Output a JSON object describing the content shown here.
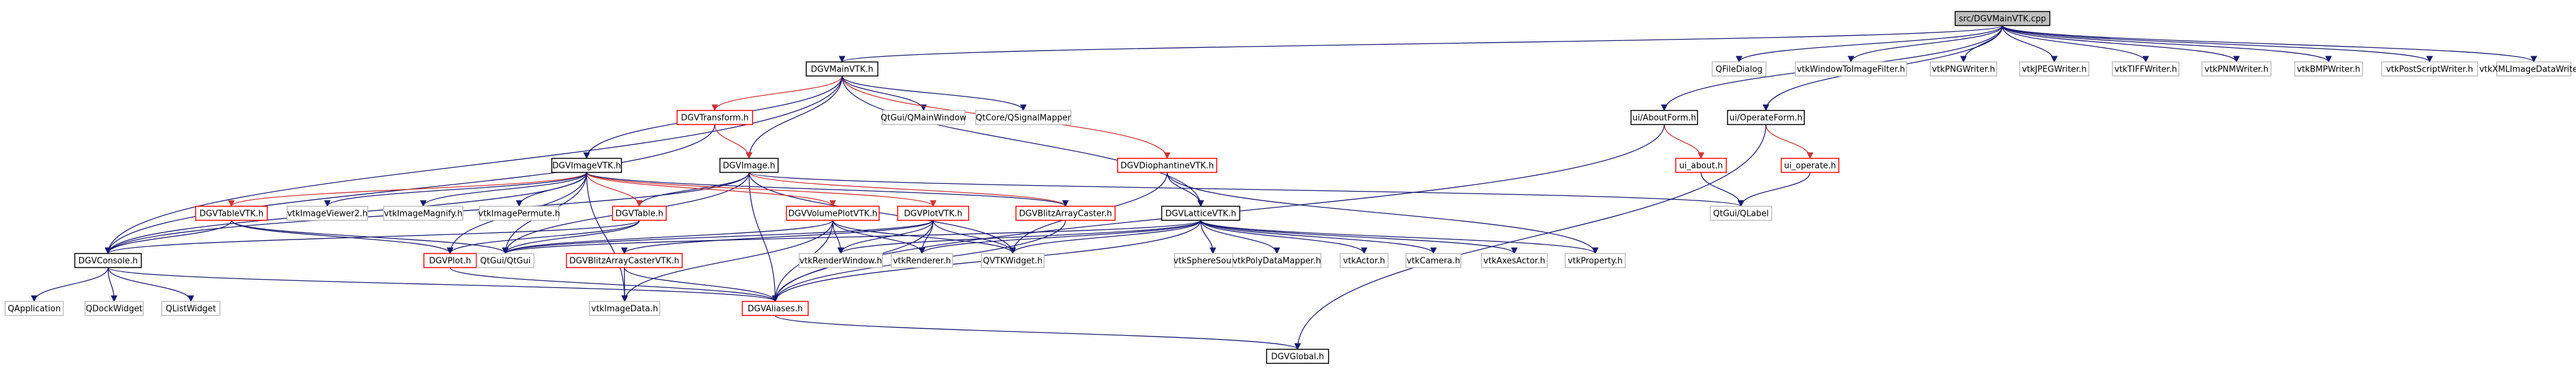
{
  "colors": {
    "edge": "#191970",
    "edge_red": "#cc3333",
    "border_black": "#000000",
    "border_red": "#ff0000",
    "border_gray": "#bfbfbf",
    "fill_root": "#bfbfbf",
    "fill": "#ffffff"
  },
  "nodes": [
    {
      "id": "root",
      "label": "src/DGVMainVTK.cpp",
      "style": "root"
    },
    {
      "id": "mainvtk",
      "label": "DGVMainVTK.h",
      "style": "black"
    },
    {
      "id": "qfiledialog",
      "label": "QFileDialog",
      "style": "gray"
    },
    {
      "id": "win2img",
      "label": "vtkWindowToImageFilter.h",
      "style": "gray"
    },
    {
      "id": "png",
      "label": "vtkPNGWriter.h",
      "style": "gray"
    },
    {
      "id": "jpeg",
      "label": "vtkJPEGWriter.h",
      "style": "gray"
    },
    {
      "id": "tiff",
      "label": "vtkTIFFWriter.h",
      "style": "gray"
    },
    {
      "id": "pnm",
      "label": "vtkPNMWriter.h",
      "style": "gray"
    },
    {
      "id": "bmp",
      "label": "vtkBMPWriter.h",
      "style": "gray"
    },
    {
      "id": "ps",
      "label": "vtkPostScriptWriter.h",
      "style": "gray"
    },
    {
      "id": "xml",
      "label": "vtkXMLImageDataWriter.h",
      "style": "gray"
    },
    {
      "id": "aboutform",
      "label": "ui/AboutForm.h",
      "style": "black"
    },
    {
      "id": "operateform",
      "label": "ui/OperateForm.h",
      "style": "black"
    },
    {
      "id": "transform",
      "label": "DGVTransform.h",
      "style": "red"
    },
    {
      "id": "qmainwindow",
      "label": "QtGui/QMainWindow",
      "style": "gray"
    },
    {
      "id": "qsignalmapper",
      "label": "QtCore/QSignalMapper",
      "style": "gray"
    },
    {
      "id": "image",
      "label": "DGVImage.h",
      "style": "black"
    },
    {
      "id": "imagevtk",
      "label": "DGVImageVTK.h",
      "style": "black"
    },
    {
      "id": "diophantine",
      "label": "DGVDiophantineVTK.h",
      "style": "red"
    },
    {
      "id": "ui_about",
      "label": "ui_about.h",
      "style": "red"
    },
    {
      "id": "ui_operate",
      "label": "ui_operate.h",
      "style": "red"
    },
    {
      "id": "qlabel",
      "label": "QtGui/QLabel",
      "style": "gray"
    },
    {
      "id": "tablevtk",
      "label": "DGVTableVTK.h",
      "style": "red"
    },
    {
      "id": "viewer2",
      "label": "vtkImageViewer2.h",
      "style": "gray"
    },
    {
      "id": "magnify",
      "label": "vtkImageMagnify.h",
      "style": "gray"
    },
    {
      "id": "permute",
      "label": "vtkImagePermute.h",
      "style": "gray"
    },
    {
      "id": "table",
      "label": "DGVTable.h",
      "style": "red"
    },
    {
      "id": "volumeplot",
      "label": "DGVVolumePlotVTK.h",
      "style": "red"
    },
    {
      "id": "plotvtk",
      "label": "DGVPlotVTK.h",
      "style": "red"
    },
    {
      "id": "blitzcaster",
      "label": "DGVBlitzArrayCaster.h",
      "style": "red"
    },
    {
      "id": "lattice",
      "label": "DGVLatticeVTK.h",
      "style": "black"
    },
    {
      "id": "console",
      "label": "DGVConsole.h",
      "style": "black"
    },
    {
      "id": "plot",
      "label": "DGVPlot.h",
      "style": "red"
    },
    {
      "id": "qtgui",
      "label": "QtGui/QtGui",
      "style": "gray"
    },
    {
      "id": "blitzcastervtk",
      "label": "DGVBlitzArrayCasterVTK.h",
      "style": "red"
    },
    {
      "id": "renderwindow",
      "label": "vtkRenderWindow.h",
      "style": "gray"
    },
    {
      "id": "renderer",
      "label": "vtkRenderer.h",
      "style": "gray"
    },
    {
      "id": "qvtkwidget",
      "label": "QVTKWidget.h",
      "style": "gray"
    },
    {
      "id": "sphere",
      "label": "vtkSphereSource.h",
      "style": "gray"
    },
    {
      "id": "polymapper",
      "label": "vtkPolyDataMapper.h",
      "style": "gray"
    },
    {
      "id": "actor",
      "label": "vtkActor.h",
      "style": "gray"
    },
    {
      "id": "camera",
      "label": "vtkCamera.h",
      "style": "gray"
    },
    {
      "id": "axesactor",
      "label": "vtkAxesActor.h",
      "style": "gray"
    },
    {
      "id": "property",
      "label": "vtkProperty.h",
      "style": "gray"
    },
    {
      "id": "qapplication",
      "label": "QApplication",
      "style": "gray"
    },
    {
      "id": "qdockwidget",
      "label": "QDockWidget",
      "style": "gray"
    },
    {
      "id": "qlistwidget",
      "label": "QListWidget",
      "style": "gray"
    },
    {
      "id": "imagedata",
      "label": "vtkImageData.h",
      "style": "gray"
    },
    {
      "id": "aliases",
      "label": "DGVAliases.h",
      "style": "red"
    },
    {
      "id": "global",
      "label": "DGVGlobal.h",
      "style": "black"
    }
  ],
  "edges": [
    [
      "root",
      "mainvtk"
    ],
    [
      "root",
      "qfiledialog"
    ],
    [
      "root",
      "win2img"
    ],
    [
      "root",
      "png"
    ],
    [
      "root",
      "jpeg"
    ],
    [
      "root",
      "tiff"
    ],
    [
      "root",
      "pnm"
    ],
    [
      "root",
      "bmp"
    ],
    [
      "root",
      "ps"
    ],
    [
      "root",
      "xml"
    ],
    [
      "root",
      "aboutform"
    ],
    [
      "root",
      "operateform"
    ],
    [
      "mainvtk",
      "transform"
    ],
    [
      "mainvtk",
      "qmainwindow"
    ],
    [
      "mainvtk",
      "qsignalmapper"
    ],
    [
      "mainvtk",
      "image"
    ],
    [
      "mainvtk",
      "imagevtk"
    ],
    [
      "mainvtk",
      "diophantine"
    ],
    [
      "mainvtk",
      "lattice"
    ],
    [
      "mainvtk",
      "console"
    ],
    [
      "transform",
      "image"
    ],
    [
      "transform",
      "console"
    ],
    [
      "image",
      "qlabel"
    ],
    [
      "image",
      "qtgui"
    ],
    [
      "image",
      "blitzcaster"
    ],
    [
      "image",
      "table"
    ],
    [
      "image",
      "aliases"
    ],
    [
      "image",
      "console"
    ],
    [
      "image",
      "qvtkwidget"
    ],
    [
      "imagevtk",
      "tablevtk"
    ],
    [
      "imagevtk",
      "viewer2"
    ],
    [
      "imagevtk",
      "magnify"
    ],
    [
      "imagevtk",
      "permute"
    ],
    [
      "imagevtk",
      "table"
    ],
    [
      "imagevtk",
      "volumeplot"
    ],
    [
      "imagevtk",
      "plotvtk"
    ],
    [
      "imagevtk",
      "blitzcaster"
    ],
    [
      "imagevtk",
      "console"
    ],
    [
      "imagevtk",
      "plot"
    ],
    [
      "imagevtk",
      "qtgui"
    ],
    [
      "imagevtk",
      "imagedata"
    ],
    [
      "tablevtk",
      "plot"
    ],
    [
      "tablevtk",
      "console"
    ],
    [
      "tablevtk",
      "qtgui"
    ],
    [
      "table",
      "plot"
    ],
    [
      "table",
      "qtgui"
    ],
    [
      "table",
      "console"
    ],
    [
      "volumeplot",
      "renderwindow"
    ],
    [
      "volumeplot",
      "renderer"
    ],
    [
      "volumeplot",
      "qvtkwidget"
    ],
    [
      "volumeplot",
      "aliases"
    ],
    [
      "volumeplot",
      "imagedata"
    ],
    [
      "volumeplot",
      "qtgui"
    ],
    [
      "plotvtk",
      "renderwindow"
    ],
    [
      "plotvtk",
      "renderer"
    ],
    [
      "plotvtk",
      "qvtkwidget"
    ],
    [
      "plotvtk",
      "blitzcastervtk"
    ],
    [
      "plotvtk",
      "aliases"
    ],
    [
      "plotvtk",
      "qtgui"
    ],
    [
      "blitzcaster",
      "aliases"
    ],
    [
      "diophantine",
      "lattice"
    ],
    [
      "diophantine",
      "qvtkwidget"
    ],
    [
      "diophantine",
      "property"
    ],
    [
      "lattice",
      "sphere"
    ],
    [
      "lattice",
      "polymapper"
    ],
    [
      "lattice",
      "actor"
    ],
    [
      "lattice",
      "camera"
    ],
    [
      "lattice",
      "axesactor"
    ],
    [
      "lattice",
      "property"
    ],
    [
      "lattice",
      "renderer"
    ],
    [
      "lattice",
      "renderwindow"
    ],
    [
      "lattice",
      "qvtkwidget"
    ],
    [
      "lattice",
      "aliases"
    ],
    [
      "lattice",
      "qtgui"
    ],
    [
      "console",
      "qapplication"
    ],
    [
      "console",
      "qdockwidget"
    ],
    [
      "console",
      "qlistwidget"
    ],
    [
      "console",
      "aliases"
    ],
    [
      "plot",
      "aliases"
    ],
    [
      "blitzcastervtk",
      "imagedata"
    ],
    [
      "blitzcastervtk",
      "aliases"
    ],
    [
      "aliases",
      "global"
    ],
    [
      "aboutform",
      "ui_about"
    ],
    [
      "aboutform",
      "aliases"
    ],
    [
      "ui_about",
      "qlabel"
    ],
    [
      "operateform",
      "ui_operate"
    ],
    [
      "operateform",
      "global"
    ],
    [
      "ui_operate",
      "qlabel"
    ]
  ],
  "red_edges": [
    [
      "mainvtk",
      "transform"
    ],
    [
      "mainvtk",
      "diophantine"
    ],
    [
      "transform",
      "image"
    ],
    [
      "imagevtk",
      "tablevtk"
    ],
    [
      "imagevtk",
      "table"
    ],
    [
      "imagevtk",
      "volumeplot"
    ],
    [
      "imagevtk",
      "plotvtk"
    ],
    [
      "image",
      "blitzcaster"
    ],
    [
      "aboutform",
      "ui_about"
    ],
    [
      "operateform",
      "ui_operate"
    ]
  ]
}
